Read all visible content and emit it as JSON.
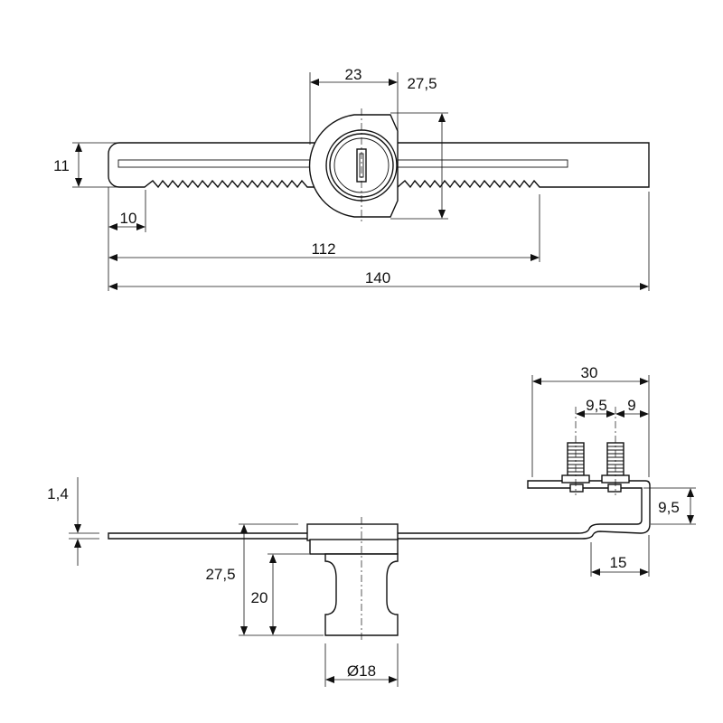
{
  "top_view": {
    "dimensions": {
      "lock_width": "23",
      "lock_height": "27,5",
      "bar_height": "11",
      "end_offset": "10",
      "rack_length": "112",
      "total_length": "140"
    }
  },
  "side_view": {
    "dimensions": {
      "terminal_span": "30",
      "terminal_pitch": "9,5",
      "terminal_edge": "9",
      "bend_height": "9,5",
      "bend_length": "15",
      "thickness": "1,4",
      "body_height": "27,5",
      "neck_height": "20",
      "diameter": "Ø18"
    }
  }
}
